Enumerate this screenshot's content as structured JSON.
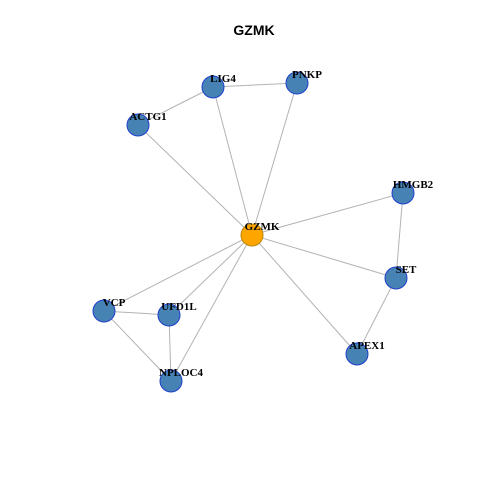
{
  "title": "GZMK",
  "colors": {
    "center_fill": "#FFA500",
    "center_stroke": "#B8860B",
    "node_fill": "#4682B4",
    "node_stroke": "#1F3FCC",
    "edge": "#b3b3b3"
  },
  "nodes": [
    {
      "id": "GZMK",
      "label": "GZMK",
      "role": "center"
    },
    {
      "id": "LIG4",
      "label": "LIG4",
      "role": "neighbor"
    },
    {
      "id": "PNKP",
      "label": "PNKP",
      "role": "neighbor"
    },
    {
      "id": "ACTG1",
      "label": "ACTG1",
      "role": "neighbor"
    },
    {
      "id": "HMGB2",
      "label": "HMGB2",
      "role": "neighbor"
    },
    {
      "id": "SET",
      "label": "SET",
      "role": "neighbor"
    },
    {
      "id": "APEX1",
      "label": "APEX1",
      "role": "neighbor"
    },
    {
      "id": "VCP",
      "label": "VCP",
      "role": "neighbor"
    },
    {
      "id": "UFD1L",
      "label": "UFD1L",
      "role": "neighbor"
    },
    {
      "id": "NPLOC4",
      "label": "NPLOC4",
      "role": "neighbor"
    }
  ],
  "edges": [
    [
      "GZMK",
      "LIG4"
    ],
    [
      "GZMK",
      "PNKP"
    ],
    [
      "GZMK",
      "ACTG1"
    ],
    [
      "GZMK",
      "HMGB2"
    ],
    [
      "GZMK",
      "SET"
    ],
    [
      "GZMK",
      "APEX1"
    ],
    [
      "GZMK",
      "VCP"
    ],
    [
      "GZMK",
      "UFD1L"
    ],
    [
      "GZMK",
      "NPLOC4"
    ],
    [
      "LIG4",
      "PNKP"
    ],
    [
      "LIG4",
      "ACTG1"
    ],
    [
      "HMGB2",
      "SET"
    ],
    [
      "SET",
      "APEX1"
    ],
    [
      "VCP",
      "UFD1L"
    ],
    [
      "VCP",
      "NPLOC4"
    ],
    [
      "UFD1L",
      "NPLOC4"
    ]
  ]
}
